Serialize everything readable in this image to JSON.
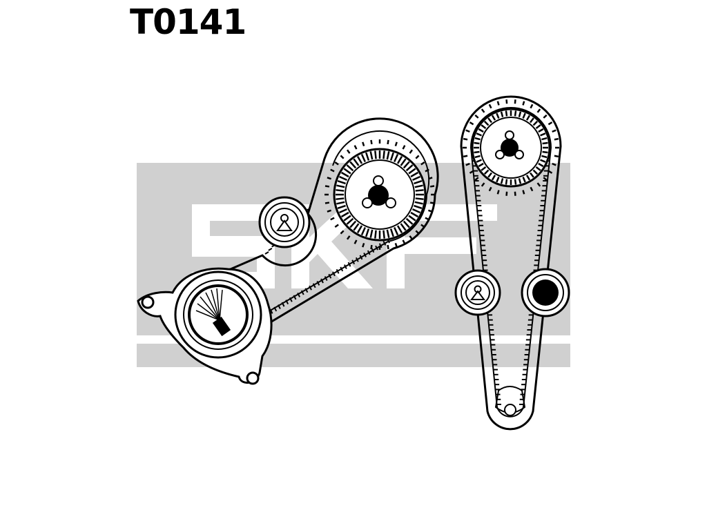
{
  "header": {
    "part_number": "T0141"
  },
  "watermark": {
    "brand": "SKF",
    "color": "#d0d0d0"
  },
  "diagram": {
    "line_color": "#000000",
    "tooth_fill": "#000000",
    "components": [
      "water-pump",
      "camshaft-pulley",
      "tensioner-pulley",
      "upper-pulley",
      "idler-pulley-left",
      "idler-pulley-right",
      "timing-belt-long",
      "timing-belt-short"
    ]
  }
}
